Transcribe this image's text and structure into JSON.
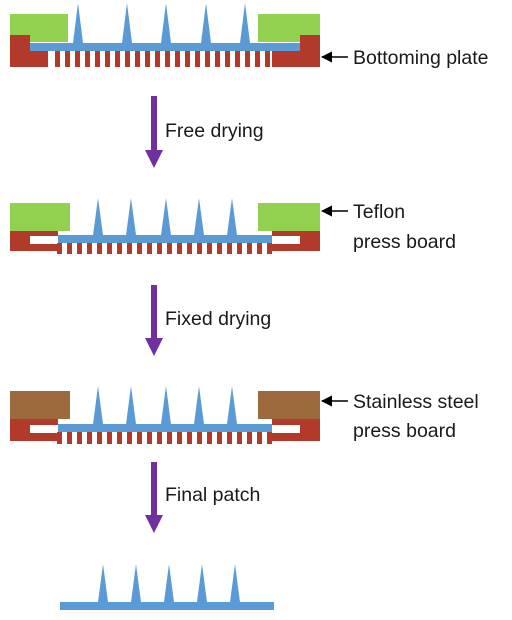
{
  "colors": {
    "base_plate": "#b23a2a",
    "film": "#5b9bd5",
    "needle": "#5b9bd5",
    "teflon_board": "#92d050",
    "steel_board": "#9c6a3c",
    "arrow": "#7030a0",
    "pointer": "#000000",
    "text": "#1a1a1a"
  },
  "labels": {
    "bottoming_plate": "Bottoming plate",
    "teflon_line1": "Teflon",
    "teflon_line2": "press board",
    "steel_line1": "Stainless steel",
    "steel_line2": "press board"
  },
  "steps": {
    "free_drying": "Free drying",
    "fixed_drying": "Fixed drying",
    "final_patch": "Final patch"
  }
}
